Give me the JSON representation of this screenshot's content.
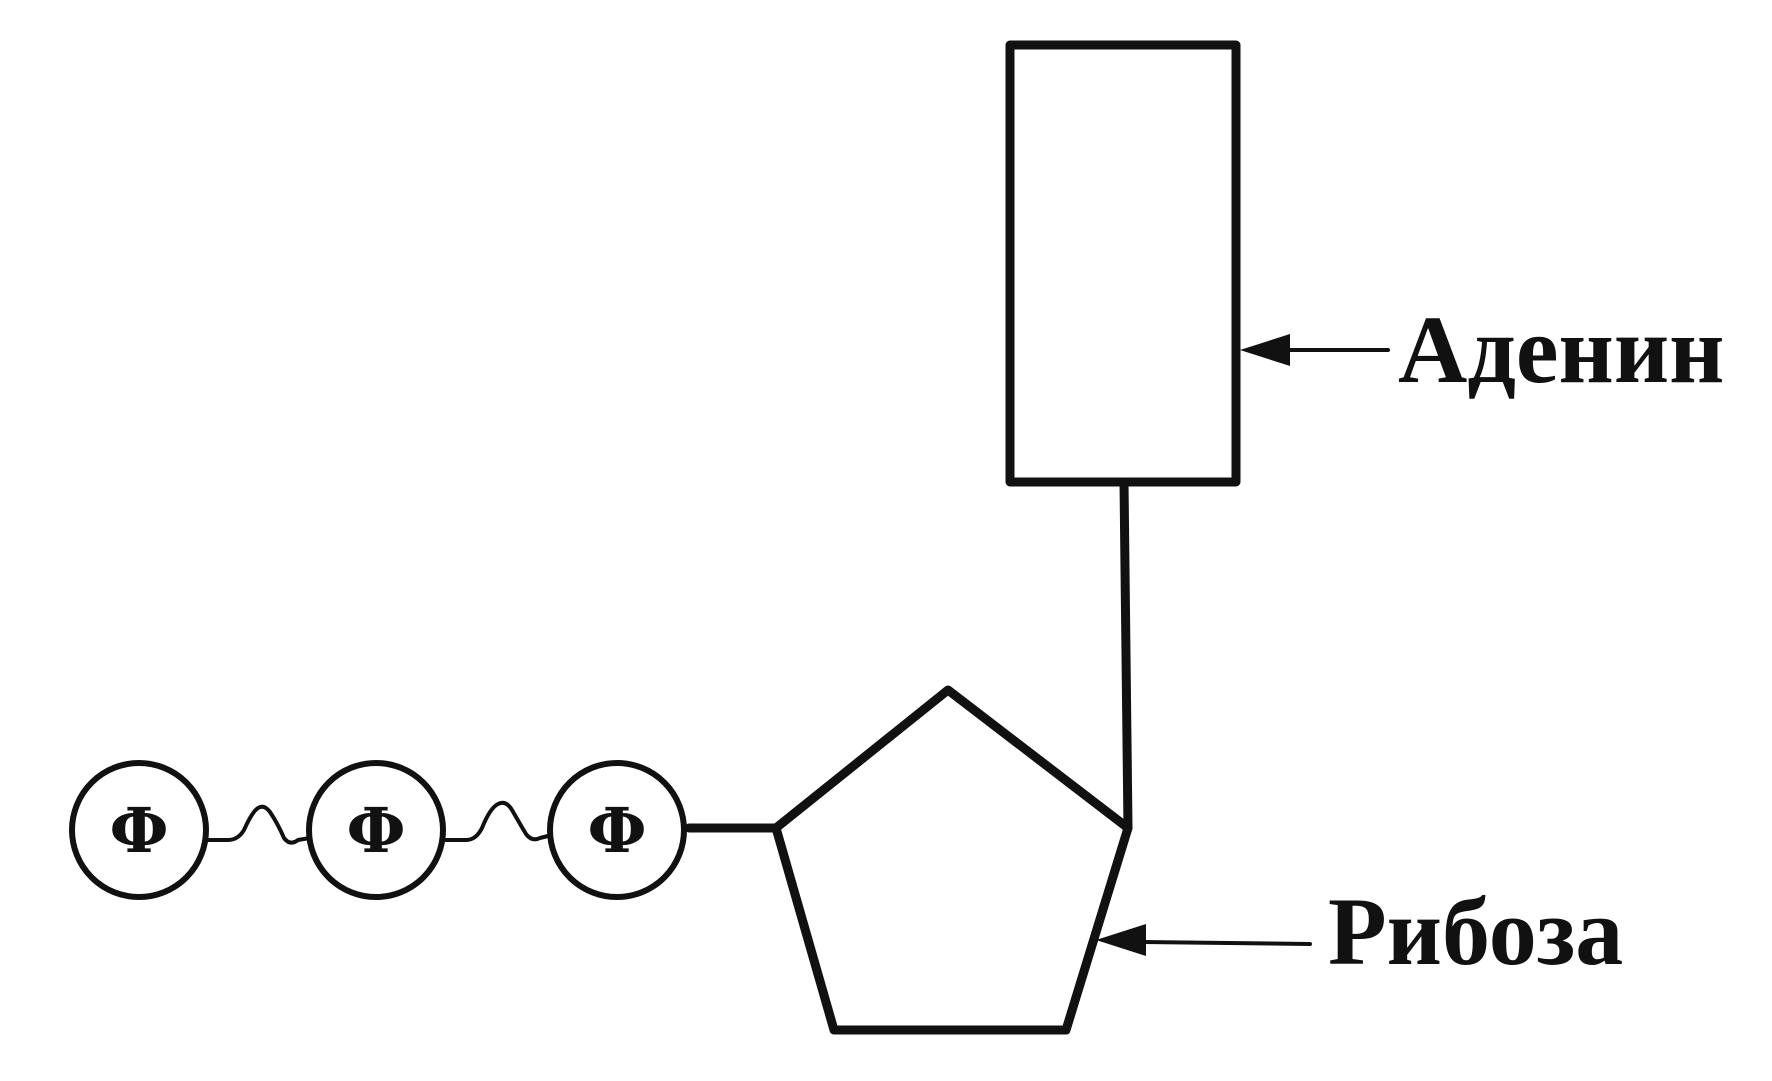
{
  "labels": {
    "adenine": "Аденин",
    "ribose": "Рибоза"
  },
  "phosphates": [
    {
      "symbol": "Ф"
    },
    {
      "symbol": "Ф"
    },
    {
      "symbol": "Ф"
    }
  ],
  "colors": {
    "ink": "#111111",
    "background": "#ffffff"
  }
}
